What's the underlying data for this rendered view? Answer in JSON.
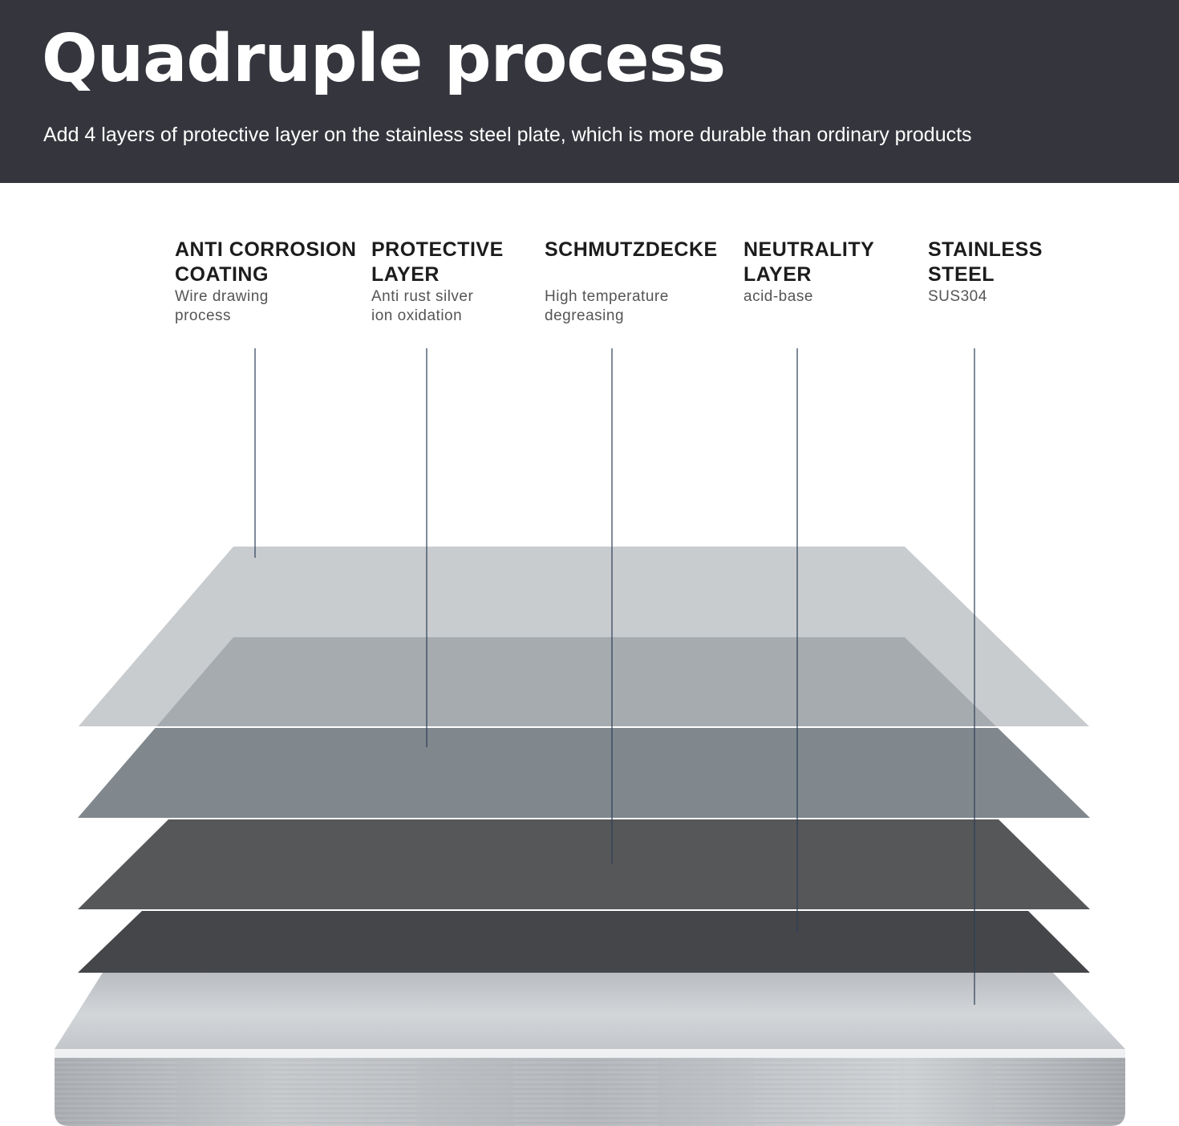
{
  "header": {
    "title": "Quadruple process",
    "subtitle": "Add 4 layers of protective layer on the stainless steel plate, which is more durable than ordinary products",
    "background": "#35363d"
  },
  "layers": [
    {
      "title": "ANTI CORROSION\n COATING",
      "description": "Wire drawing\nprocess",
      "color": "#c8cbce"
    },
    {
      "title": "PROTECTIVE\nLAYER",
      "description": "Anti rust silver\nion oxidation",
      "color": "#80888e"
    },
    {
      "title": "SCHMUTZDECKE",
      "description": "High temperature\ndegreasing",
      "color": "#565759"
    },
    {
      "title": "NEUTRALITY\nLAYER",
      "description": "acid-base",
      "color": "#45464a"
    },
    {
      "title": "STAINLESS\nSTEEL",
      "description": "SUS304",
      "color": "#c9ccd0"
    }
  ],
  "leader_line_color": "#2c3e58"
}
